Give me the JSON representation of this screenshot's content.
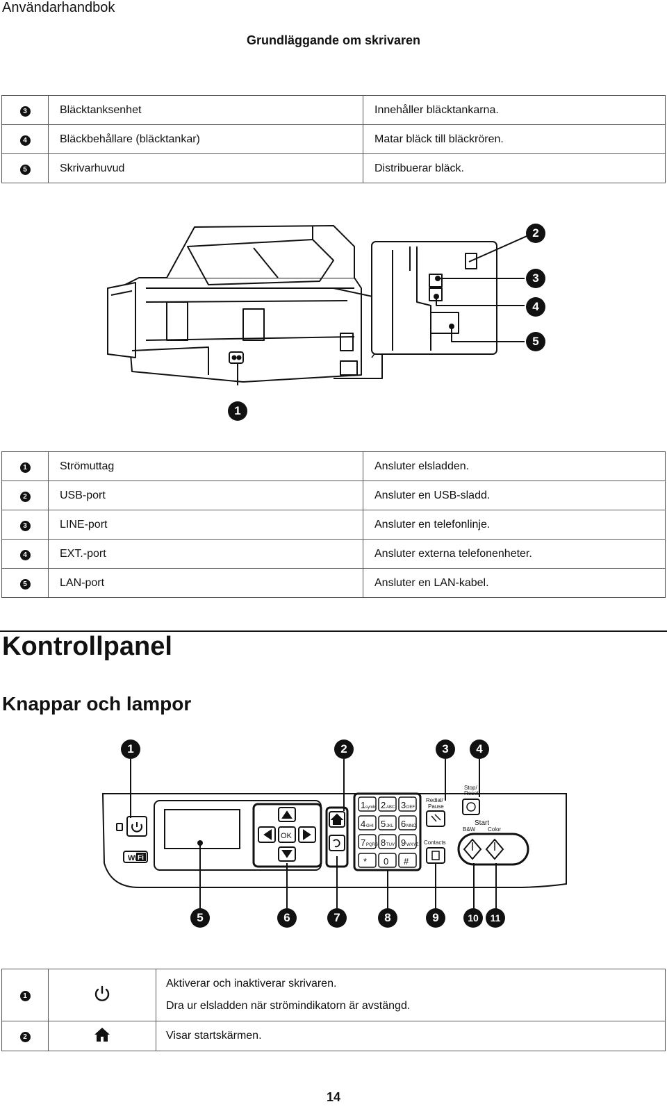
{
  "header": {
    "title": "Användarhandbok"
  },
  "section_title": "Grundläggande om skrivaren",
  "table1": [
    {
      "num": "3",
      "name": "Bläcktanksenhet",
      "desc": "Innehåller bläcktankarna."
    },
    {
      "num": "4",
      "name": "Bläckbehållare (bläcktankar)",
      "desc": "Matar bläck till bläckrören."
    },
    {
      "num": "5",
      "name": "Skrivarhuvud",
      "desc": "Distribuerar bläck."
    }
  ],
  "figure1": {
    "callouts": [
      "1",
      "2",
      "3",
      "4",
      "5"
    ]
  },
  "table2": [
    {
      "num": "1",
      "name": "Strömuttag",
      "desc": "Ansluter elsladden."
    },
    {
      "num": "2",
      "name": "USB-port",
      "desc": "Ansluter en USB-sladd."
    },
    {
      "num": "3",
      "name": "LINE-port",
      "desc": "Ansluter en telefonlinje."
    },
    {
      "num": "4",
      "name": "EXT.-port",
      "desc": "Ansluter externa telefonenheter."
    },
    {
      "num": "5",
      "name": "LAN-port",
      "desc": "Ansluter en LAN-kabel."
    }
  ],
  "heading1": "Kontrollpanel",
  "heading2": "Knappar och lampor",
  "panel": {
    "callouts_top": [
      "1",
      "2",
      "3",
      "4"
    ],
    "callouts_bottom": [
      "5",
      "6",
      "7",
      "8",
      "9",
      "10",
      "11"
    ],
    "nav": {
      "ok": "OK"
    },
    "keypad": [
      {
        "digit": "1",
        "sub": "symb"
      },
      {
        "digit": "2",
        "sub": "ABC"
      },
      {
        "digit": "3",
        "sub": "DEF"
      },
      {
        "digit": "4",
        "sub": "GHI"
      },
      {
        "digit": "5",
        "sub": "JKL"
      },
      {
        "digit": "6",
        "sub": "MNO"
      },
      {
        "digit": "7",
        "sub": "PQRS"
      },
      {
        "digit": "8",
        "sub": "TUV"
      },
      {
        "digit": "9",
        "sub": "WXYZ"
      },
      {
        "digit": "*",
        "sub": ""
      },
      {
        "digit": "0",
        "sub": ""
      },
      {
        "digit": "#",
        "sub": ""
      }
    ],
    "labels": {
      "redial_1": "Redial/",
      "redial_2": "Pause",
      "stop_1": "Stop/",
      "stop_2": "Reset",
      "contacts": "Contacts",
      "start": "Start",
      "bw": "B&W",
      "color": "Color",
      "wifi_1": "Wi",
      "wifi_2": "Fi"
    }
  },
  "table3": [
    {
      "num": "1",
      "icon": "power-icon",
      "lines": [
        "Aktiverar och inaktiverar skrivaren.",
        "Dra ur elsladden när strömindikatorn är avstängd."
      ]
    },
    {
      "num": "2",
      "icon": "home-icon",
      "lines": [
        "Visar startskärmen."
      ]
    }
  ],
  "page_number": "14"
}
